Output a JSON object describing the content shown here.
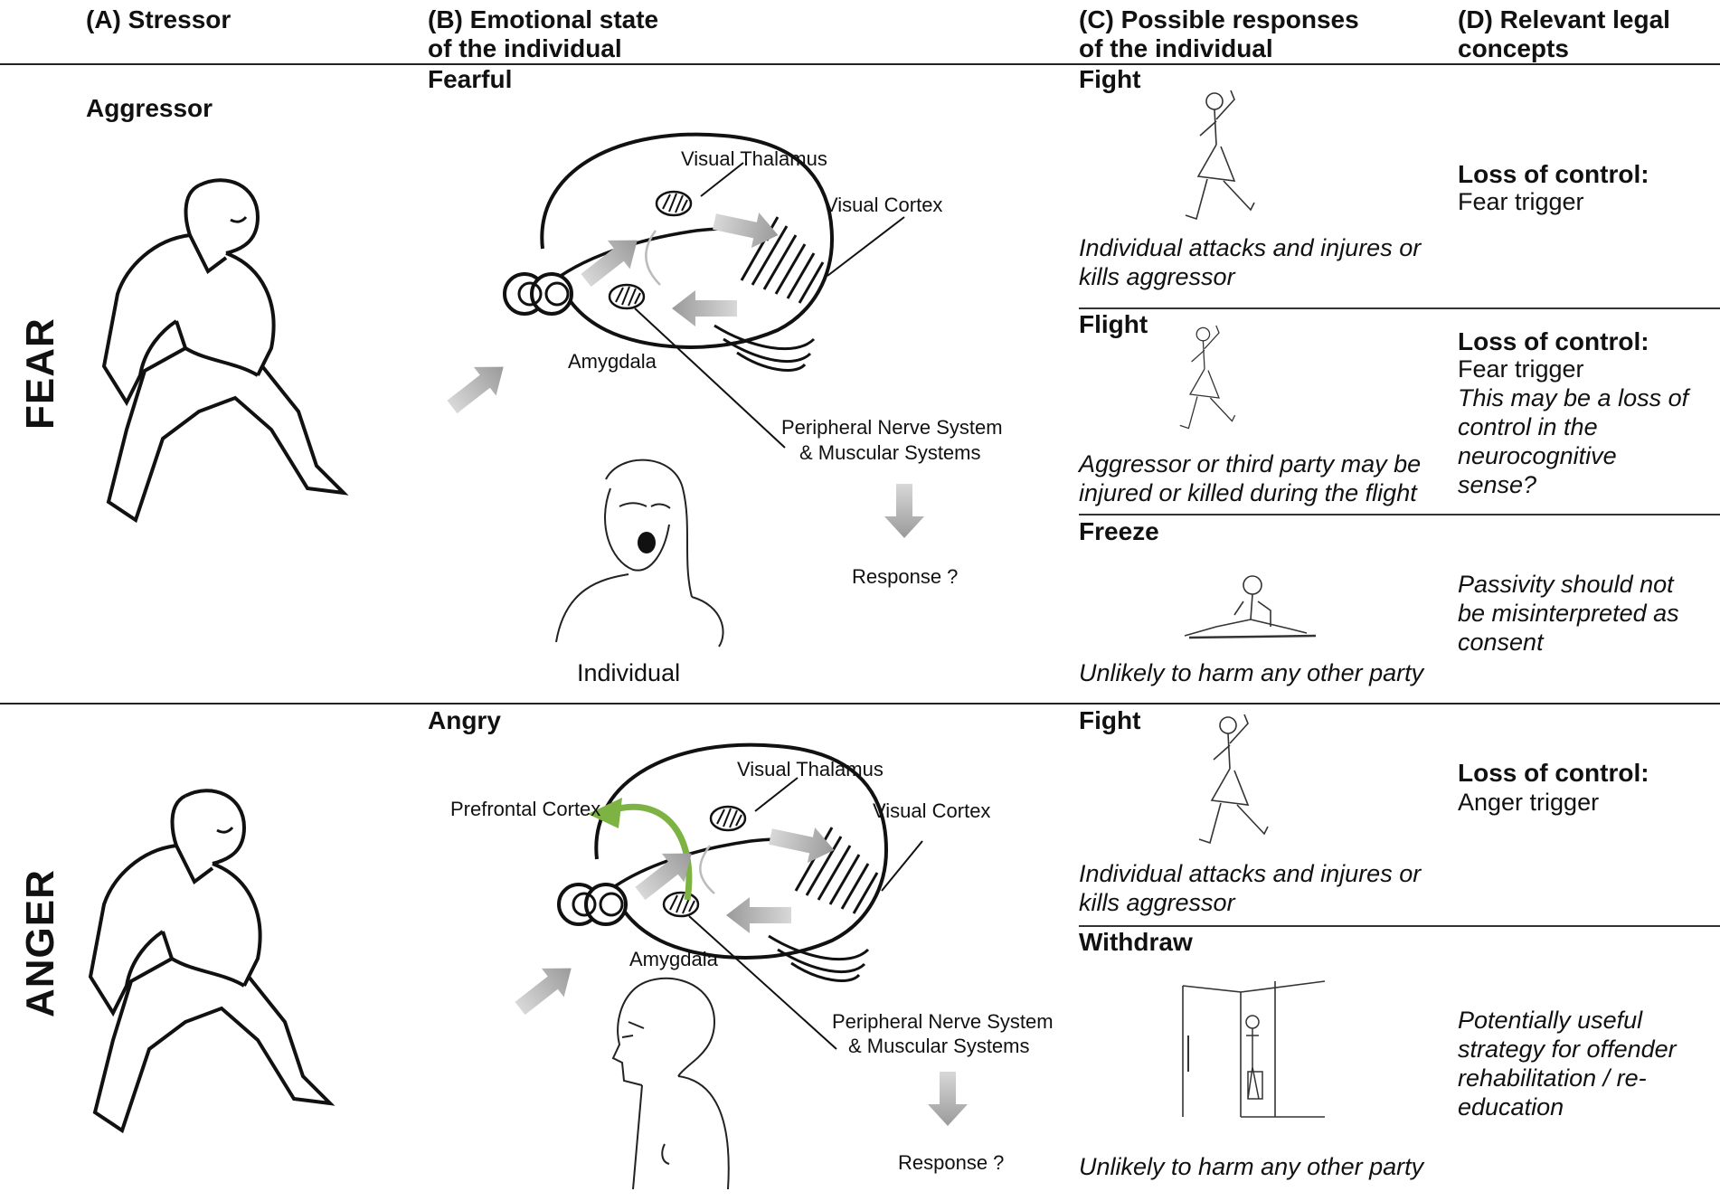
{
  "headers": {
    "a": "(A)  Stressor",
    "b1": "(B) Emotional state",
    "b2": "of the individual",
    "c1": "(C) Possible responses",
    "c2": "of the individual",
    "d1": "(D) Relevant legal",
    "d2": "concepts"
  },
  "fear": {
    "section": "FEAR",
    "stressor": "Aggressor",
    "state": "Fearful",
    "brain": {
      "thalamus": "Visual Thalamus",
      "cortex": "Visual Cortex",
      "amygdala": "Amygdala",
      "pns1": "Peripheral Nerve System",
      "pns2": "& Muscular Systems",
      "response": "Response ?"
    },
    "individual": "Individual",
    "responses": [
      {
        "title": "Fight",
        "desc1": "Individual attacks and injures or",
        "desc2": "kills aggressor",
        "legal_bold": "Loss of control:",
        "legal_reg": "Fear trigger"
      },
      {
        "title": "Flight",
        "desc1": "Aggressor or third party may be",
        "desc2": "injured or killed during the flight",
        "legal_bold": "Loss of control:",
        "legal_reg": "Fear trigger",
        "legal_it": [
          "This may be a loss of",
          "control in the",
          "neurocognitive",
          "sense?"
        ]
      },
      {
        "title": "Freeze",
        "desc1": "Unlikely to harm any other party",
        "legal_it": [
          "Passivity should not",
          "be misinterpreted as",
          "consent"
        ]
      }
    ]
  },
  "anger": {
    "section": "ANGER",
    "state": "Angry",
    "brain": {
      "prefrontal": "Prefrontal Cortex",
      "thalamus": "Visual Thalamus",
      "cortex": "Visual Cortex",
      "amygdala": "Amygdala",
      "pns1": "Peripheral Nerve System",
      "pns2": "& Muscular Systems",
      "response": "Response ?"
    },
    "responses": [
      {
        "title": "Fight",
        "desc1": "Individual attacks and injures or",
        "desc2": "kills aggressor",
        "legal_bold": "Loss of control:",
        "legal_reg": "Anger trigger"
      },
      {
        "title": "Withdraw",
        "desc1": "Unlikely to harm any other party",
        "legal_it": [
          "Potentially useful",
          "strategy for offender",
          "rehabilitation / re-",
          "education"
        ]
      }
    ]
  },
  "colors": {
    "arrow_gray": "#a9a9a9",
    "arrow_green": "#7cb342"
  }
}
